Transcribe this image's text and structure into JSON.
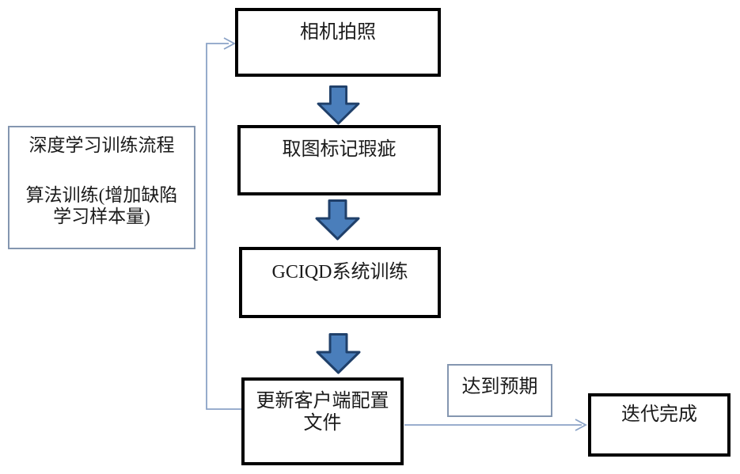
{
  "diagram": {
    "side_note": {
      "lines": [
        "深度学习训练流程",
        "算法训练(增加缺陷",
        "学习样本量)"
      ]
    },
    "steps": {
      "camera": "相机拍照",
      "mark_defects": "取图标记瑕疵",
      "system_training": "GCIQD系统训练",
      "update_config_line1": "更新客户端配置",
      "update_config_line2": "文件"
    },
    "branch": {
      "condition": "达到预期",
      "result": "迭代完成"
    },
    "colors": {
      "block_arrow_fill": "#4a7ebb",
      "block_arrow_border": "#20406a",
      "connector": "#8ba3c7",
      "box_border_strong": "#000000",
      "box_border_light": "#8496b0",
      "text": "#1b1b1b"
    }
  }
}
